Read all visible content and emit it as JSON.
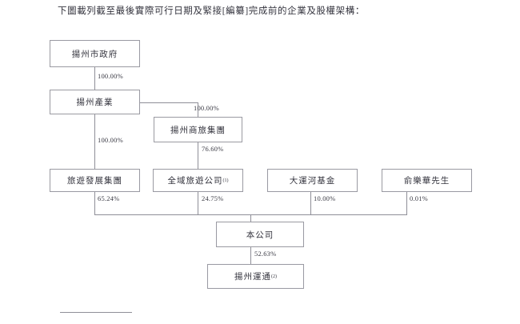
{
  "document": {
    "intro_text": "下圖載列截至最後實際可行日期及緊接[編纂]完成前的企業及股權架構："
  },
  "chart_data": {
    "type": "diagram",
    "title": "企業及股權架構",
    "nodes": [
      {
        "id": "yangzhou-municipal-government",
        "label": "揚州市政府",
        "sup": ""
      },
      {
        "id": "yangzhou-industry",
        "label": "揚州產業",
        "sup": ""
      },
      {
        "id": "yangzhou-commerce-travel-group",
        "label": "揚州商旅集團",
        "sup": ""
      },
      {
        "id": "tourism-development-group",
        "label": "旅遊發展集團",
        "sup": ""
      },
      {
        "id": "quanyu-tourism-company",
        "label": "全域旅遊公司",
        "sup": "(1)"
      },
      {
        "id": "grand-canal-fund",
        "label": "大運河基金",
        "sup": ""
      },
      {
        "id": "mr-yu-lehua",
        "label": "俞樂華先生",
        "sup": ""
      },
      {
        "id": "the-company",
        "label": "本公司",
        "sup": ""
      },
      {
        "id": "yangzhou-yuntong",
        "label": "揚州運通",
        "sup": "(2)"
      }
    ],
    "edges": [
      {
        "from": "yangzhou-municipal-government",
        "to": "yangzhou-industry",
        "percent": "100.00%"
      },
      {
        "from": "yangzhou-industry",
        "to": "yangzhou-commerce-travel-group",
        "percent": "100.00%"
      },
      {
        "from": "yangzhou-industry",
        "to": "tourism-development-group",
        "percent": "100.00%"
      },
      {
        "from": "yangzhou-commerce-travel-group",
        "to": "quanyu-tourism-company",
        "percent": "76.60%"
      },
      {
        "from": "tourism-development-group",
        "to": "the-company",
        "percent": "65.24%"
      },
      {
        "from": "quanyu-tourism-company",
        "to": "the-company",
        "percent": "24.75%"
      },
      {
        "from": "grand-canal-fund",
        "to": "the-company",
        "percent": "10.00%"
      },
      {
        "from": "mr-yu-lehua",
        "to": "the-company",
        "percent": "0.01%"
      },
      {
        "from": "the-company",
        "to": "yangzhou-yuntong",
        "percent": "52.63%"
      }
    ],
    "colors": {
      "box_border": "#9a9aa2",
      "connector": "#8f8f98",
      "text": "#33333d",
      "background": "#ffffff"
    }
  }
}
